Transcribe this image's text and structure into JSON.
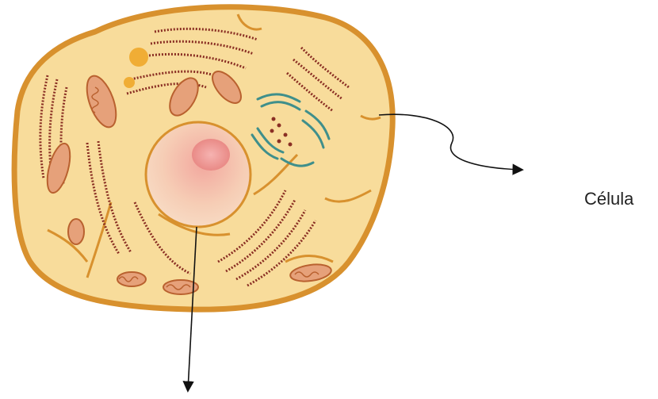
{
  "labels": {
    "cell": "Célula"
  },
  "colors": {
    "background": "#ffffff",
    "membrane": "#d8912e",
    "cytoplasm": "#f8dc9b",
    "nucleus": "#f3c2a8",
    "nucleolus": "#ec8b86",
    "rough_er": "#8a2f24",
    "mitochondria": "#e6a17a",
    "golgi": "#3f8f8b",
    "arrow": "#111111"
  },
  "structures": [
    {
      "name": "cell-membrane",
      "icon": "membrane"
    },
    {
      "name": "nucleus",
      "icon": "nucleus"
    },
    {
      "name": "nucleolus",
      "icon": "nucleolus"
    },
    {
      "name": "rough-endoplasmic-reticulum",
      "icon": "rough-er"
    },
    {
      "name": "mitochondrion",
      "icon": "mitochondrion"
    },
    {
      "name": "golgi-apparatus",
      "icon": "golgi"
    }
  ]
}
